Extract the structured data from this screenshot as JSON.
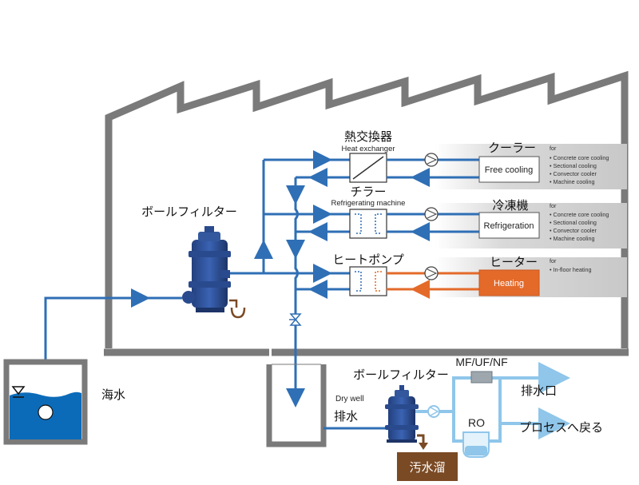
{
  "colors": {
    "pipe_blue": "#2f6fb5",
    "pipe_light": "#8fc6ea",
    "heating_orange": "#e46a2a",
    "sea_blue": "#0c6bb8",
    "wall_gray": "#7a7a7a",
    "drain_brown": "#7a4a24"
  },
  "labels": {
    "heat_exchanger_jp": "熱交換器",
    "heat_exchanger_en": "Heat exchanger",
    "chiller_jp": "チラー",
    "refrigerating_en": "Refrigerating machine",
    "heat_pump_jp": "ヒートポンプ",
    "ball_filter_top": "ボールフィルター",
    "ball_filter_bottom": "ボールフィルター",
    "cooler_jp": "クーラー",
    "freezer_jp": "冷凍機",
    "heater_jp": "ヒーター",
    "seawater": "海水",
    "dry_well": "Dry well",
    "discharge": "排水",
    "sewage": "汚水溜",
    "membrane": "MF/UF/NF",
    "ro": "RO",
    "drain_outlet": "排水口",
    "return_process": "プロセスへ戻る"
  },
  "boxes": {
    "free_cooling": "Free cooling",
    "refrigeration": "Refrigeration",
    "heating": "Heating"
  },
  "uses": {
    "cooling": {
      "for": "for",
      "items": [
        "• Concrete core cooling",
        "• Sectional cooling",
        "• Convector cooler",
        "• Machine cooling"
      ]
    },
    "refrig": {
      "for": "for",
      "items": [
        "• Concrete core cooling",
        "• Sectional cooling",
        "• Convector cooler",
        "• Machine cooling"
      ]
    },
    "heating": {
      "for": "for",
      "items": [
        "• In-floor heating"
      ]
    }
  }
}
